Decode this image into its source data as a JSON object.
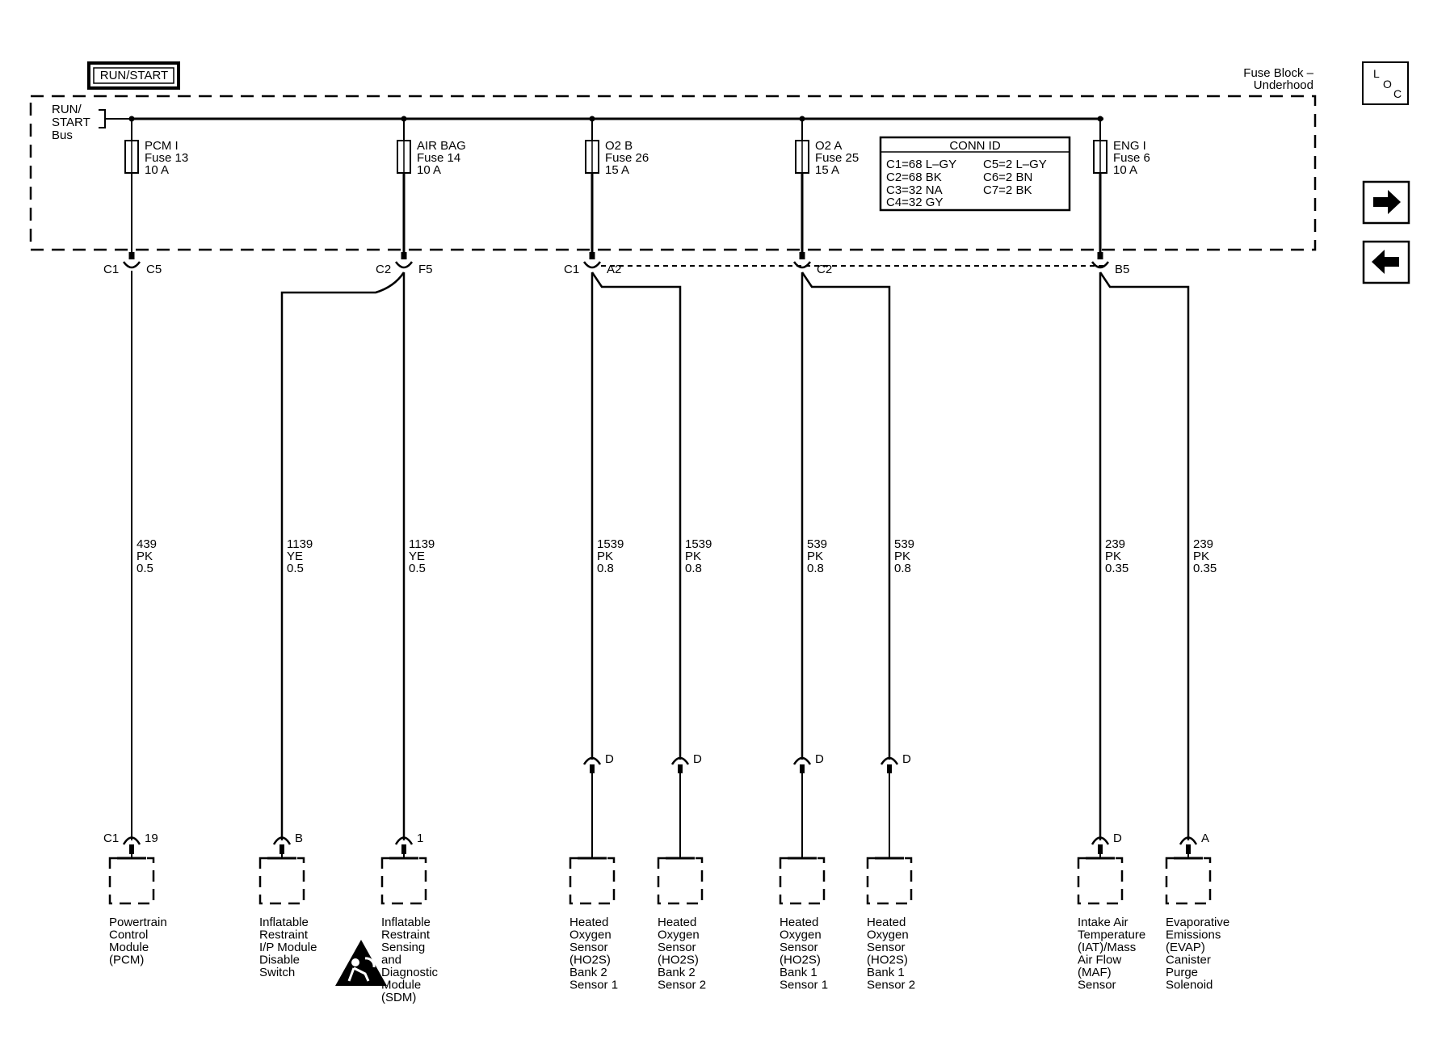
{
  "title_box": "RUN/START",
  "fuse_block_label": [
    "Fuse Block –",
    "Underhood"
  ],
  "bus_label": [
    "RUN/",
    "START",
    "Bus"
  ],
  "loc_icon": [
    "L",
    "O",
    "C"
  ],
  "nav": {
    "forward_icon": "arrow-right-icon",
    "back_icon": "arrow-left-icon"
  },
  "conn_id": {
    "title": "CONN ID",
    "left": [
      "C1=68 L–GY",
      "C2=68 BK",
      "C3=32 NA",
      "C4=32 GY"
    ],
    "right": [
      "C5=2 L–GY",
      "C6=2 BN",
      "C7=2 BK"
    ]
  },
  "fuses": [
    {
      "name": "PCM I",
      "fuse": "Fuse 13",
      "amps": "10 A"
    },
    {
      "name": "AIR BAG",
      "fuse": "Fuse 14",
      "amps": "10 A"
    },
    {
      "name": "O2 B",
      "fuse": "Fuse 26",
      "amps": "15 A"
    },
    {
      "name": "O2 A",
      "fuse": "Fuse 25",
      "amps": "15 A"
    },
    {
      "name": "ENG I",
      "fuse": "Fuse 6",
      "amps": "10 A"
    }
  ],
  "fuse_connectors": [
    {
      "left": "C1",
      "right": "C5"
    },
    {
      "left": "C2",
      "right": "F5"
    },
    {
      "left": "C1",
      "right": "A2"
    },
    {
      "left": "",
      "right": "C2"
    },
    {
      "left": "",
      "right": "B5"
    }
  ],
  "wires": [
    {
      "circuit": "439",
      "color": "PK",
      "size": "0.5"
    },
    {
      "circuit": "1139",
      "color": "YE",
      "size": "0.5"
    },
    {
      "circuit": "1139",
      "color": "YE",
      "size": "0.5"
    },
    {
      "circuit": "1539",
      "color": "PK",
      "size": "0.8"
    },
    {
      "circuit": "1539",
      "color": "PK",
      "size": "0.8"
    },
    {
      "circuit": "539",
      "color": "PK",
      "size": "0.8"
    },
    {
      "circuit": "539",
      "color": "PK",
      "size": "0.8"
    },
    {
      "circuit": "239",
      "color": "PK",
      "size": "0.35"
    },
    {
      "circuit": "239",
      "color": "PK",
      "size": "0.35"
    }
  ],
  "inline_connectors": [
    "D",
    "D",
    "D",
    "D"
  ],
  "component_pins": [
    {
      "left": "C1",
      "right": "19"
    },
    {
      "left": "",
      "right": "B"
    },
    {
      "left": "",
      "right": "1"
    },
    {
      "left": "",
      "right": ""
    },
    {
      "left": "",
      "right": ""
    },
    {
      "left": "",
      "right": ""
    },
    {
      "left": "",
      "right": ""
    },
    {
      "left": "",
      "right": "D"
    },
    {
      "left": "",
      "right": "A"
    }
  ],
  "components": [
    [
      "Powertrain",
      "Control",
      "Module",
      "(PCM)"
    ],
    [
      "Inflatable",
      "Restraint",
      "I/P Module",
      "Disable",
      "Switch"
    ],
    [
      "Inflatable",
      "Restraint",
      "Sensing",
      "and",
      "Diagnostic",
      "Module",
      "(SDM)"
    ],
    [
      "Heated",
      "Oxygen",
      "Sensor",
      "(HO2S)",
      "Bank 2",
      "Sensor 1"
    ],
    [
      "Heated",
      "Oxygen",
      "Sensor",
      "(HO2S)",
      "Bank 2",
      "Sensor 2"
    ],
    [
      "Heated",
      "Oxygen",
      "Sensor",
      "(HO2S)",
      "Bank 1",
      "Sensor 1"
    ],
    [
      "Heated",
      "Oxygen",
      "Sensor",
      "(HO2S)",
      "Bank 1",
      "Sensor 2"
    ],
    [
      "Intake Air",
      "Temperature",
      "(IAT)/Mass",
      "Air Flow",
      "(MAF)",
      "Sensor"
    ],
    [
      "Evaporative",
      "Emissions",
      "(EVAP)",
      "Canister",
      "Purge",
      "Solenoid"
    ]
  ],
  "airbag_warning_icon": "airbag-warning-icon"
}
